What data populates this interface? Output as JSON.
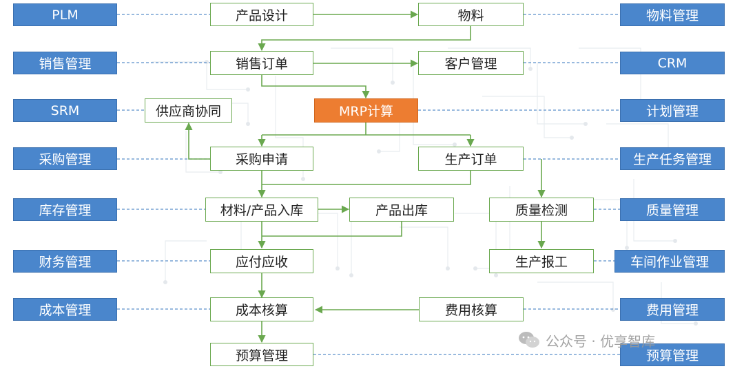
{
  "process": {
    "product_design": "产品设计",
    "material": "物料",
    "sales_order": "销售订单",
    "customer_mgmt": "客户管理",
    "supplier_collab": "供应商协同",
    "mrp": "MRP计算",
    "purchase_request": "采购申请",
    "production_order": "生产订单",
    "material_inbound": "材料/产品入库",
    "product_outbound": "产品出库",
    "quality_check": "质量检测",
    "payable_receivable": "应付应收",
    "production_report": "生产报工",
    "cost_accounting": "成本核算",
    "expense_accounting": "费用核算",
    "budget_mgmt": "预算管理"
  },
  "left_modules": {
    "plm": "PLM",
    "sales": "销售管理",
    "srm": "SRM",
    "purchase": "采购管理",
    "inventory": "库存管理",
    "finance": "财务管理",
    "cost": "成本管理"
  },
  "right_modules": {
    "material": "物料管理",
    "crm": "CRM",
    "planning": "计划管理",
    "production_task": "生产任务管理",
    "quality": "质量管理",
    "workshop": "车间作业管理",
    "expense": "费用管理",
    "budget": "预算管理"
  },
  "watermark": {
    "text": "公众号 · 优享智库",
    "icon": "wechat-icon"
  },
  "colors": {
    "side_module": "#4a86cc",
    "process_border": "#6aa84f",
    "mrp_highlight": "#ed7d31",
    "dashed_link": "#5b8fc9"
  }
}
